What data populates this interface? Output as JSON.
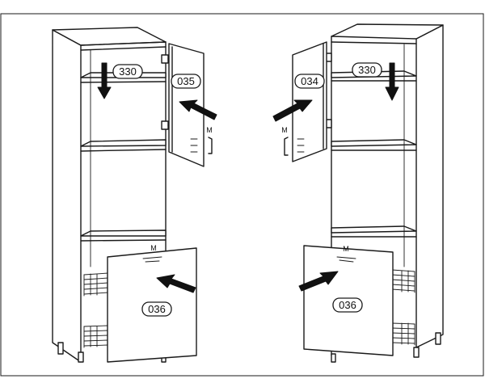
{
  "labels": {
    "part_330": "330",
    "part_035": "035",
    "part_034": "034",
    "part_036": "036"
  },
  "marks": {
    "m": "M"
  },
  "colors": {
    "line": "#1a1a1a",
    "background": "#ffffff",
    "arrow": "#111111"
  },
  "icons": {
    "arrow": "insert-arrow-icon",
    "hinge": "hinge-icon",
    "handle": "door-handle-icon"
  }
}
